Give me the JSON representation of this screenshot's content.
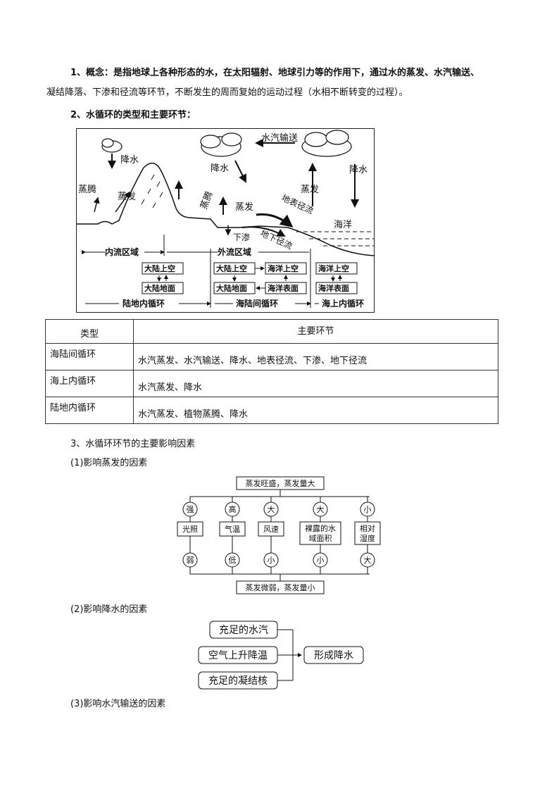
{
  "section1": {
    "line1": "1、概念：是指地球上各种形态的水，在太阳辐射、地球引力等的作用下，通过水的蒸发、水汽输送、",
    "line2": "凝结降落、下渗和径流等环节，不断发生的周而复始的运动过程（水相不断转变的过程）。"
  },
  "section2": {
    "heading": "2、水循环的类型和主要环节："
  },
  "cycle_diagram": {
    "labels": {
      "precip_land": "降水",
      "transpiration": "蒸腾",
      "evap_land": "蒸发",
      "vapor_transport": "水汽输送",
      "precip_mid": "降水",
      "precip_sea": "降水",
      "transp_mid": "蒸腾",
      "evap_mid": "蒸发",
      "surface_runoff": "地表径流",
      "infiltration": "下渗",
      "ground_runoff": "地下径流",
      "evap_sea": "蒸发",
      "ocean": "海洋",
      "inner_region": "内流区域",
      "outer_region": "外流区域",
      "land_sky_1": "大陆上空",
      "land_surface_1": "大陆地面",
      "land_sky_2": "大陆上空",
      "land_surface_2": "大陆地面",
      "sea_sky_1": "海洋上空",
      "sea_surface_1": "海洋表面",
      "sea_sky_2": "海洋上空",
      "sea_surface_2": "海洋表面",
      "cycle_land": "陆地内循环",
      "cycle_sea_land": "海陆间循环",
      "cycle_sea": "海上内循环"
    }
  },
  "table": {
    "headers": [
      "类型",
      "主要环节"
    ],
    "rows": [
      [
        "海陆间循环",
        "水汽蒸发、水汽输送、降水、地表径流、下渗、地下径流"
      ],
      [
        "海上内循环",
        "水汽蒸发、降水"
      ],
      [
        "陆地内循环",
        "水汽蒸发、植物蒸腾、降水"
      ]
    ]
  },
  "section3": {
    "heading": "3、水循环环节的主要影响因素",
    "sub1": "(1)影响蒸发的因素",
    "sub2": "(2)影响降水的因素",
    "sub3": "(3)影响水汽输送的因素"
  },
  "evap_diagram": {
    "top": "蒸发旺盛，蒸发量大",
    "bottom": "蒸发微弱，蒸发量小",
    "factors": [
      {
        "high": "强",
        "name1": "光照",
        "name2": "",
        "low": "弱"
      },
      {
        "high": "高",
        "name1": "气温",
        "name2": "",
        "low": "低"
      },
      {
        "high": "大",
        "name1": "风速",
        "name2": "",
        "low": "小"
      },
      {
        "high": "大",
        "name1": "裸露的水",
        "name2": "域面积",
        "low": "小"
      },
      {
        "high": "小",
        "name1": "相对",
        "name2": "湿度",
        "low": "大"
      }
    ]
  },
  "precip_diagram": {
    "inputs": [
      "充足的水汽",
      "空气上升降温",
      "充足的凝结核"
    ],
    "output": "形成降水"
  }
}
